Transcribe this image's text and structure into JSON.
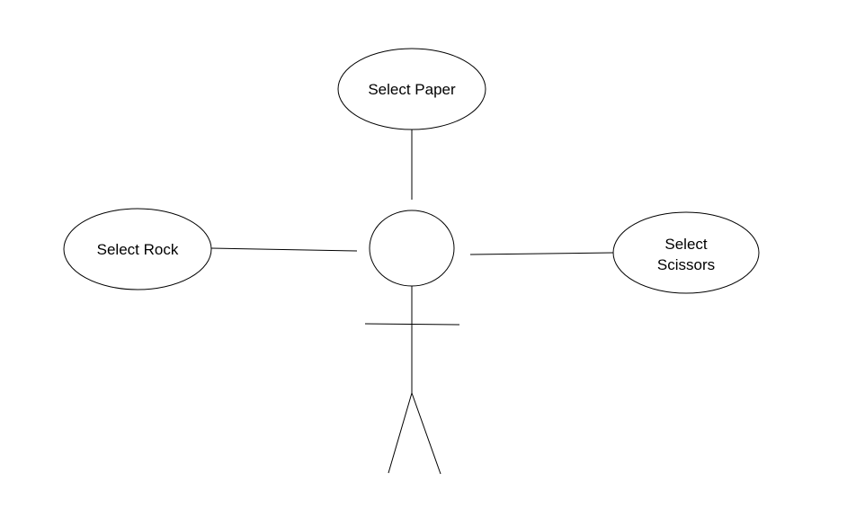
{
  "use_cases": {
    "paper": {
      "label": "Select Paper"
    },
    "rock": {
      "label": "Select Rock"
    },
    "scissors": {
      "line1": "Select",
      "line2": "Scissors"
    }
  },
  "colors": {
    "stroke": "#000000",
    "background": "#ffffff"
  }
}
